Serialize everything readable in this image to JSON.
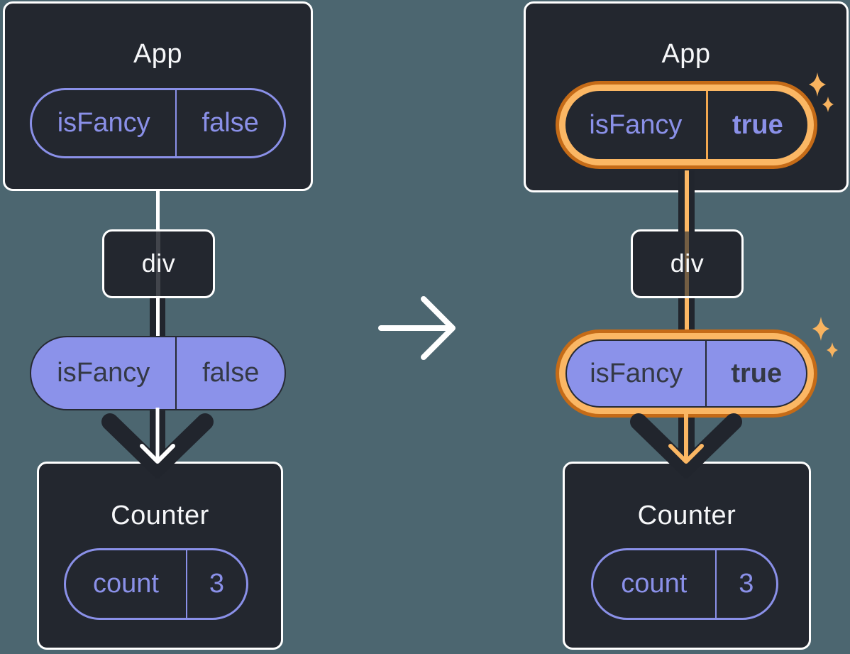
{
  "diagram_title": "React state change diagram: App passes isFancy prop through div to Counter; before (isFancy=false) and after (isFancy=true) with highlighted changed state",
  "colors": {
    "background": "#4C6670",
    "component_box_bg": "#23272F",
    "component_box_border": "#FFFFFF",
    "purple_outline": "#8A90E8",
    "purple_fill": "#8B92EA",
    "dark_text": "#343945",
    "white_text": "#F6F7F9",
    "highlight_ring_dark_orange": "#C56B17",
    "highlight_ring_light_orange": "#FBB764",
    "connector_dark": "#21252D"
  },
  "left_tree": {
    "app": {
      "title": "App",
      "state_pill": {
        "name": "isFancy",
        "value": "false"
      }
    },
    "middle": {
      "label": "div"
    },
    "prop_pill": {
      "name": "isFancy",
      "value": "false"
    },
    "counter": {
      "title": "Counter",
      "state_pill": {
        "name": "count",
        "value": "3"
      }
    }
  },
  "right_tree": {
    "app": {
      "title": "App",
      "state_pill": {
        "name": "isFancy",
        "value": "true"
      }
    },
    "middle": {
      "label": "div"
    },
    "prop_pill": {
      "name": "isFancy",
      "value": "true"
    },
    "counter": {
      "title": "Counter",
      "state_pill": {
        "name": "count",
        "value": "3"
      }
    }
  }
}
